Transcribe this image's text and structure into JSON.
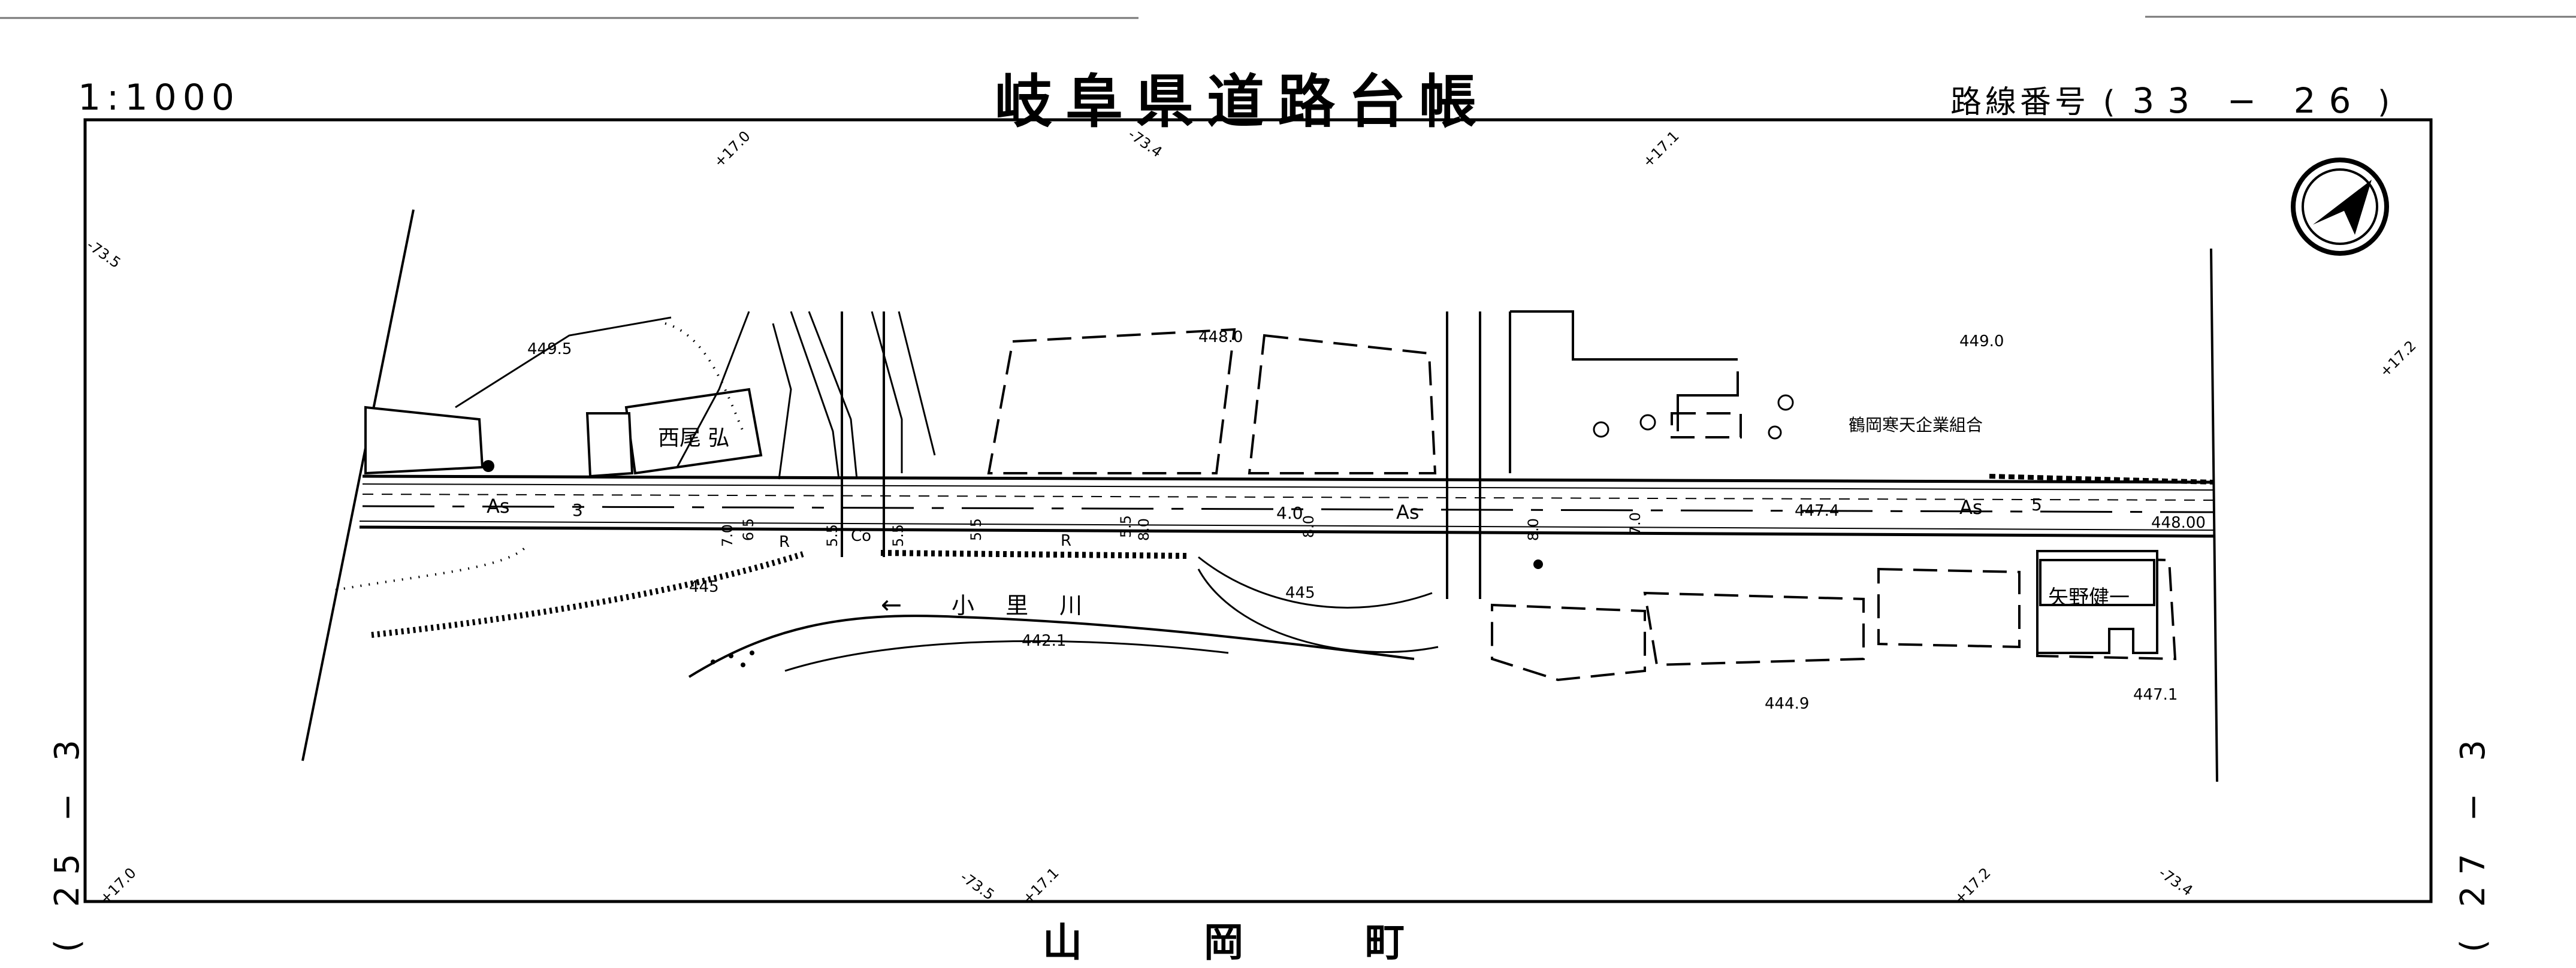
{
  "header": {
    "scale": "1:1000",
    "title": "岐阜県道路台帳",
    "route_label": "路線番号",
    "route_open": "(",
    "route_number": "33 − 26",
    "route_close": ")"
  },
  "footer": {
    "town_name": "山 岡 町"
  },
  "adjacent_sheets": {
    "left": "( 25 − 3",
    "right": "( 27 − 3"
  },
  "map_labels": {
    "owner_1": "西尾 弘",
    "owner_2": "矢野健一",
    "association": "鶴岡寒天企業組合",
    "river": "小 里 川",
    "river_arrow": "←",
    "pavement_1": "As",
    "pavement_2": "As",
    "pavement_3": "As",
    "pavement_concrete": "Co",
    "road_width_3": "3",
    "road_width_5": "5",
    "road_marker_R1": "R",
    "road_marker_R2": "R",
    "dims": [
      "7.0",
      "6.5",
      "5.5",
      "5.5",
      "5.5",
      "5.5",
      "8.0",
      "4.0",
      "8.0",
      "8.0",
      "7.0"
    ]
  },
  "elevations": [
    "449.5",
    "448.0",
    "449.0",
    "447.4",
    "448.00",
    "445",
    "442.1",
    "445",
    "444.9",
    "447.1"
  ],
  "grid_coords": [
    "+17.0",
    "-73.4",
    "+17.1",
    "-73.5",
    "+17.2",
    "+17.0",
    "-73.5",
    "+17.1",
    "+17.2",
    "-73.4"
  ],
  "icons": {
    "north_arrow": "north-arrow-icon"
  }
}
